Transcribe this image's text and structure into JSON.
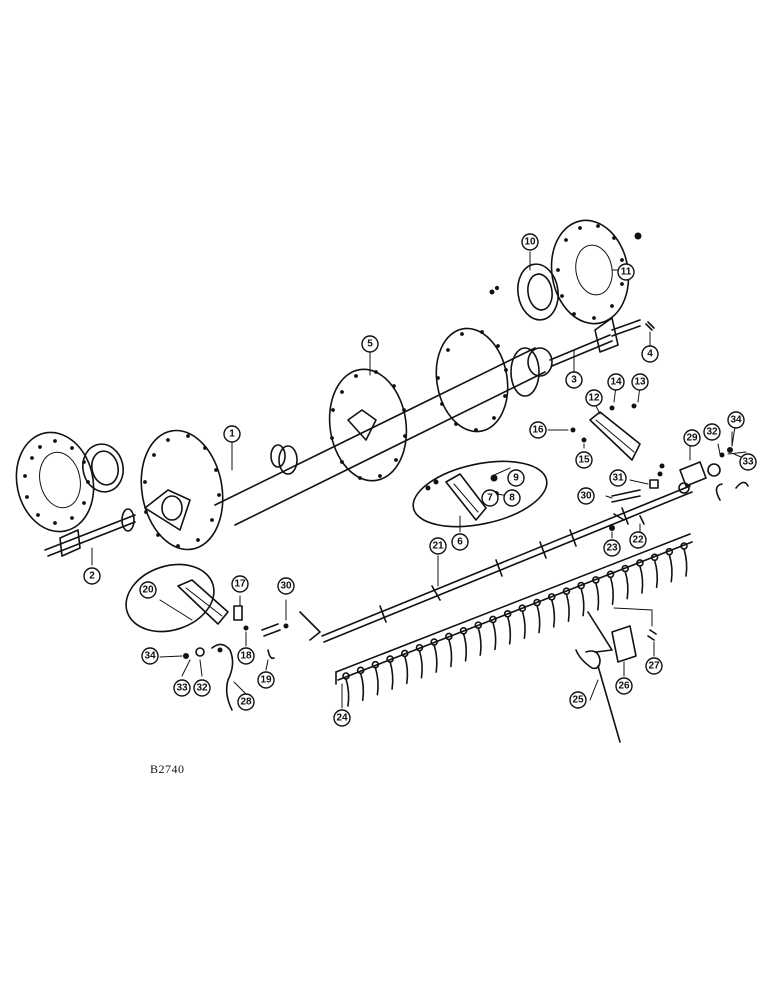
{
  "figure_code": "B2740",
  "callouts": [
    "1",
    "2",
    "3",
    "4",
    "5",
    "6",
    "7",
    "8",
    "9",
    "10",
    "11",
    "12",
    "13",
    "14",
    "15",
    "16",
    "17",
    "18",
    "19",
    "20",
    "21",
    "22",
    "23",
    "24",
    "25",
    "26",
    "27",
    "28",
    "29",
    "30",
    "30",
    "31",
    "32",
    "32",
    "33",
    "33",
    "34",
    "34"
  ]
}
